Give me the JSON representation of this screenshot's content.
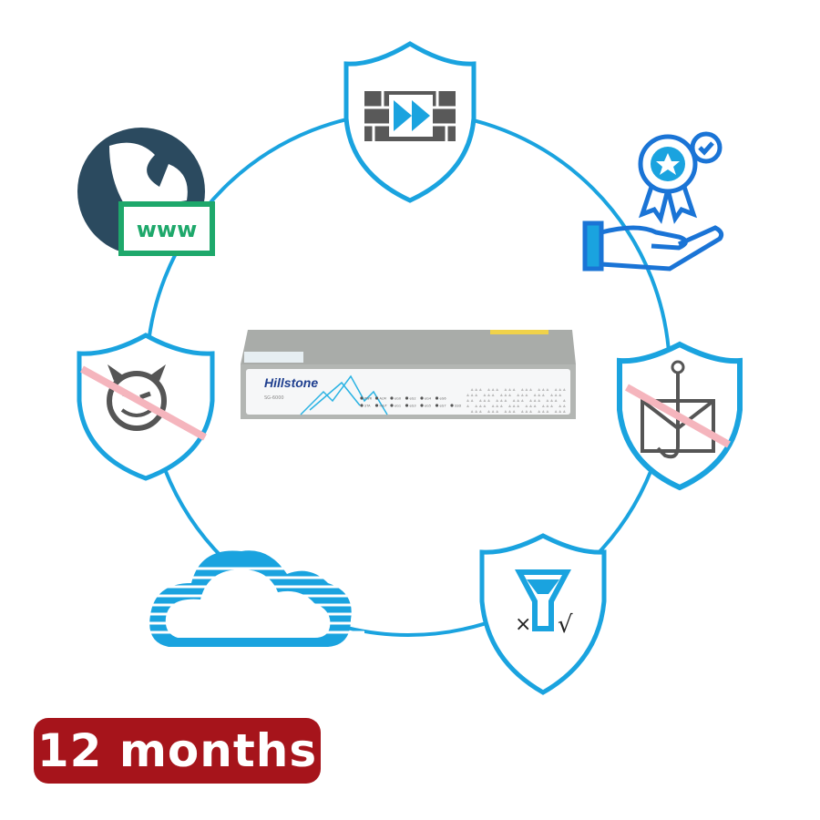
{
  "device": {
    "brand": "Hillstone",
    "model": "SG-6000",
    "leds": [
      "PWR",
      "ALM",
      "eG0",
      "eG2",
      "eG4",
      "eG6",
      "STA",
      "HA/T",
      "eG1",
      "eG3",
      "eG5",
      "eG7",
      "SSD"
    ]
  },
  "icons": {
    "www_label": "www"
  },
  "badge": {
    "label": "12 months"
  },
  "colors": {
    "ring": "#1aa3df",
    "badge": "#a6141b",
    "gray": "#595959",
    "green": "#1ea86b",
    "globe": "#2b4a5f"
  }
}
